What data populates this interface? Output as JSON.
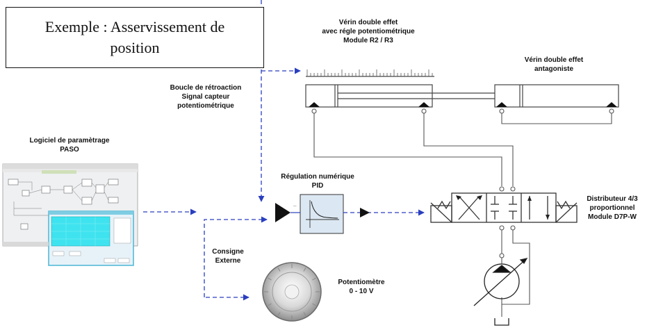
{
  "title": {
    "line1": "Exemple : Asservissement de",
    "line2": "position"
  },
  "labels": {
    "verin_main": [
      "Vérin double effet",
      "avec régle potentiométrique",
      "Module R2 / R3"
    ],
    "verin_antagoniste": [
      "Vérin double effet",
      "antagoniste"
    ],
    "boucle": [
      "Boucle de rétroaction",
      "Signal capteur",
      "potentiométrique"
    ],
    "logiciel": [
      "Logiciel de paramètrage",
      "PASO"
    ],
    "regulation": [
      "Régulation numérique",
      "PID"
    ],
    "distributeur": [
      "Distributeur 4/3",
      "proportionnel",
      "Module D7P-W"
    ],
    "consigne": [
      "Consigne",
      "Externe"
    ],
    "potentiometre": [
      "Potentiomètre",
      "0 - 10 V"
    ]
  },
  "colors": {
    "signal_line": "#2a3fbf",
    "hydraulic_line": "#555555",
    "pid_box_fill": "#dbe7f2",
    "screen_cyan": "#3fe3ef"
  },
  "icons": [
    "pid-block-icon",
    "amplifier-triangle-icon",
    "pump-icon",
    "tank-icon",
    "potentiometer-knob-icon"
  ]
}
